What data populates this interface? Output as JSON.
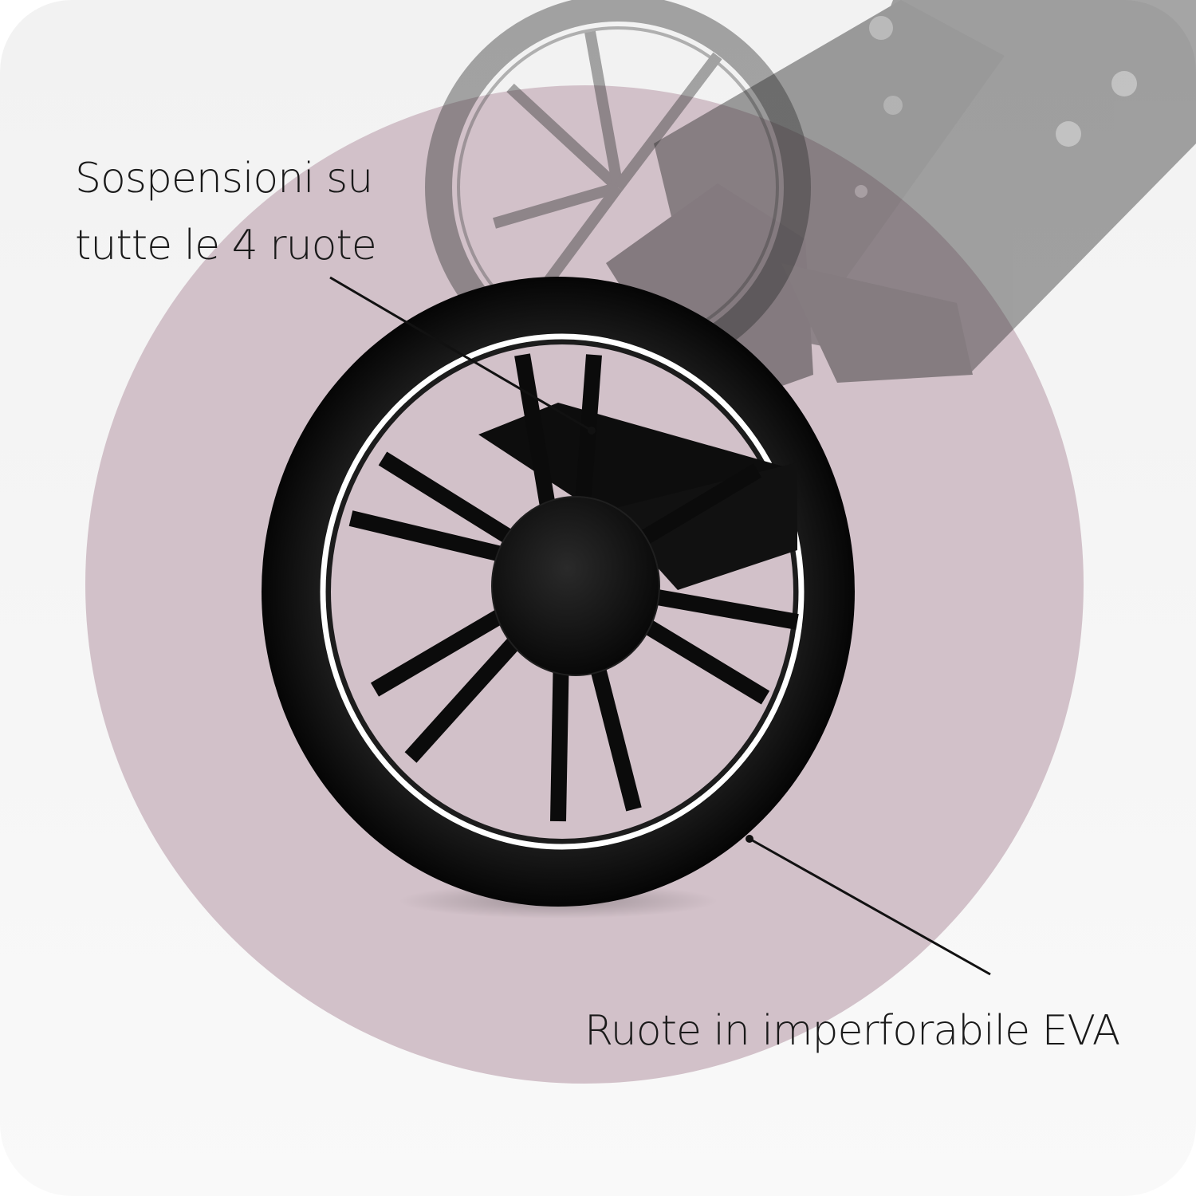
{
  "callouts": {
    "suspension": {
      "line1": "Sospensioni su",
      "line2": "tutte le 4 ruote"
    },
    "wheels": {
      "text": "Ruote in imperforabile EVA"
    }
  },
  "colors": {
    "background": "#f4f4f4",
    "accent_circle": "#d2c1c9",
    "wheel": "#111111",
    "rim_stripe": "#ffffff",
    "text": "#1a1a1a"
  }
}
